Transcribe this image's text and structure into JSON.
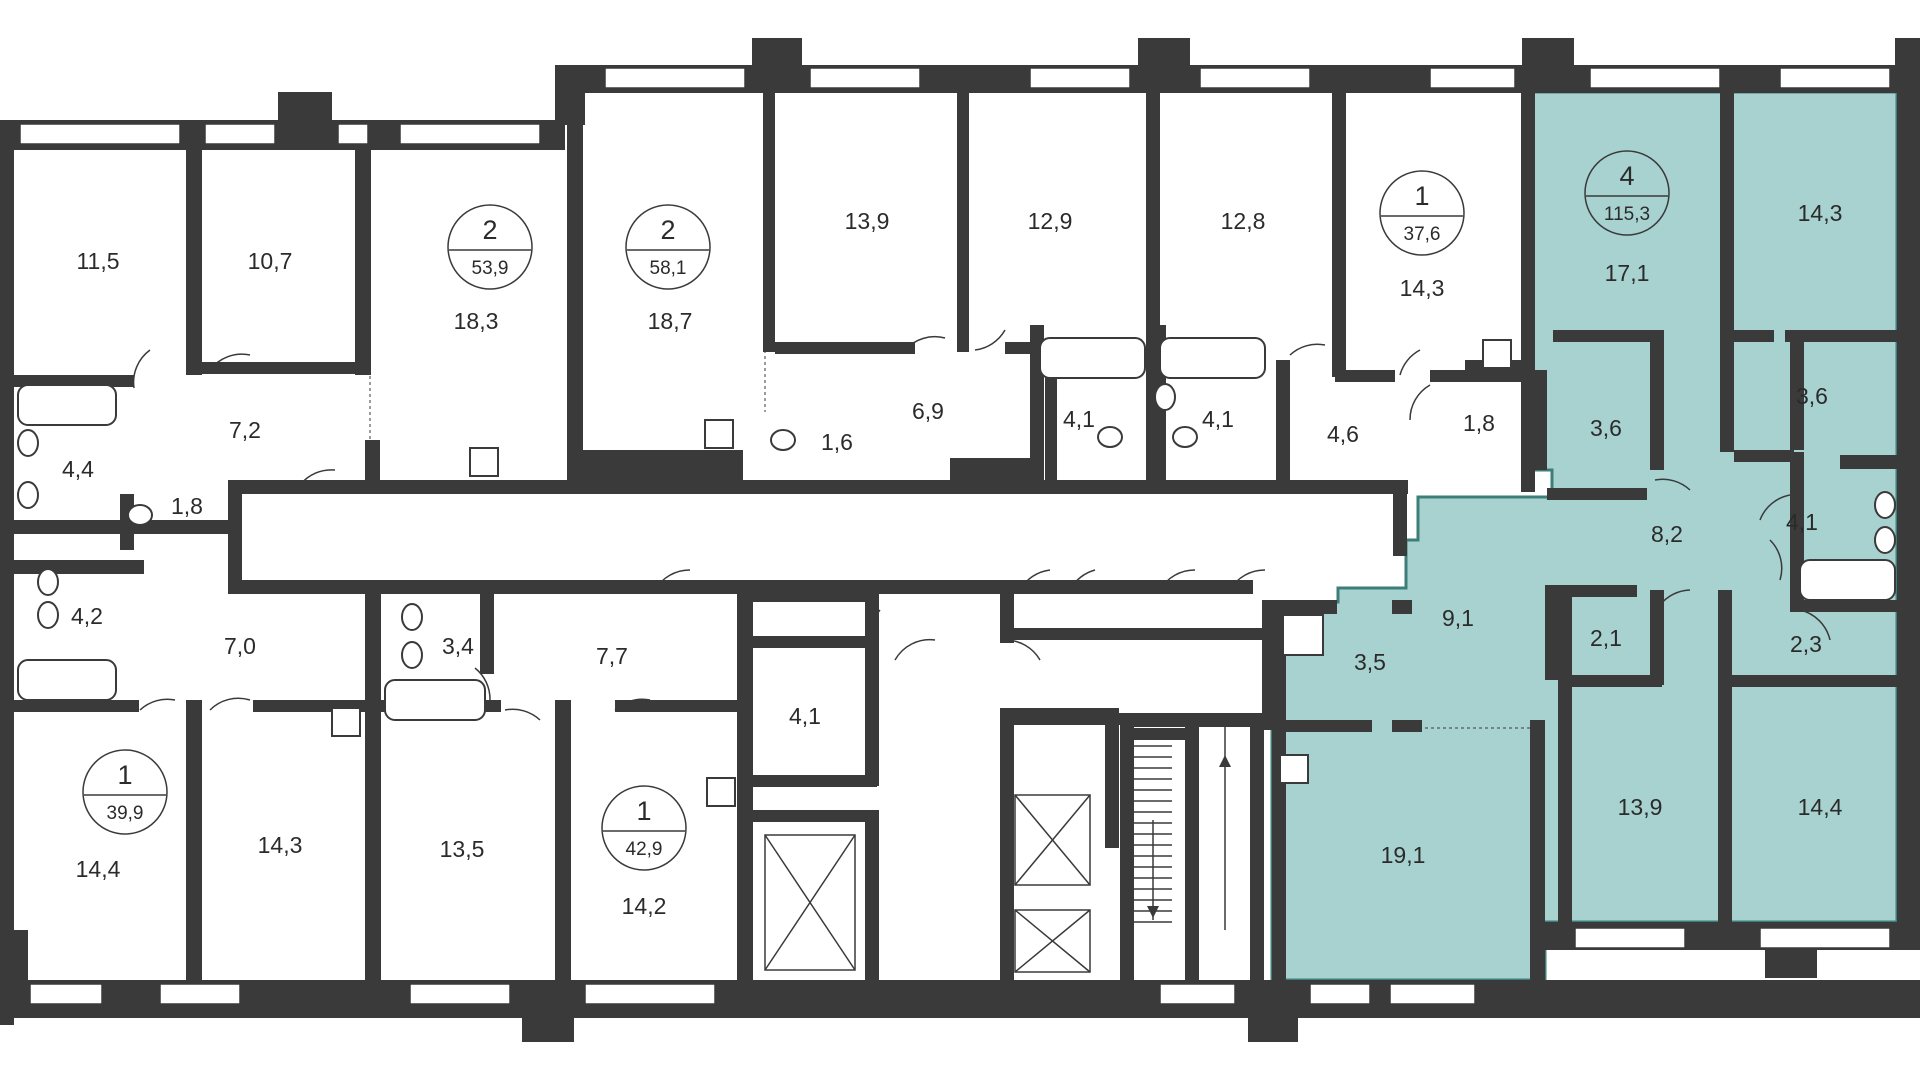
{
  "colors": {
    "wall": "#3a3a3a",
    "highlight_fill": "#a8d2cf",
    "highlight_edge": "#3e7e78",
    "background": "#ffffff"
  },
  "apartments": [
    {
      "id": "apt-2-53",
      "rooms": "2",
      "area": "53,9"
    },
    {
      "id": "apt-2-58",
      "rooms": "2",
      "area": "58,1"
    },
    {
      "id": "apt-1-37",
      "rooms": "1",
      "area": "37,6"
    },
    {
      "id": "apt-4-115",
      "rooms": "4",
      "area": "115,3"
    },
    {
      "id": "apt-1-39",
      "rooms": "1",
      "area": "39,9"
    },
    {
      "id": "apt-1-42",
      "rooms": "1",
      "area": "42,9"
    }
  ],
  "rooms": [
    "11,5",
    "10,7",
    "18,3",
    "18,7",
    "13,9",
    "12,9",
    "12,8",
    "14,3",
    "17,1",
    "14,3",
    "4,4",
    "7,2",
    "1,8",
    "1,6",
    "6,9",
    "4,1",
    "4,1",
    "4,6",
    "1,8",
    "3,6",
    "3,6",
    "8,2",
    "4,1",
    "4,2",
    "7,0",
    "3,4",
    "7,7",
    "9,1",
    "2,1",
    "2,3",
    "3,5",
    "4,1",
    "14,4",
    "14,3",
    "13,5",
    "14,2",
    "19,1",
    "13,9",
    "14,4"
  ]
}
